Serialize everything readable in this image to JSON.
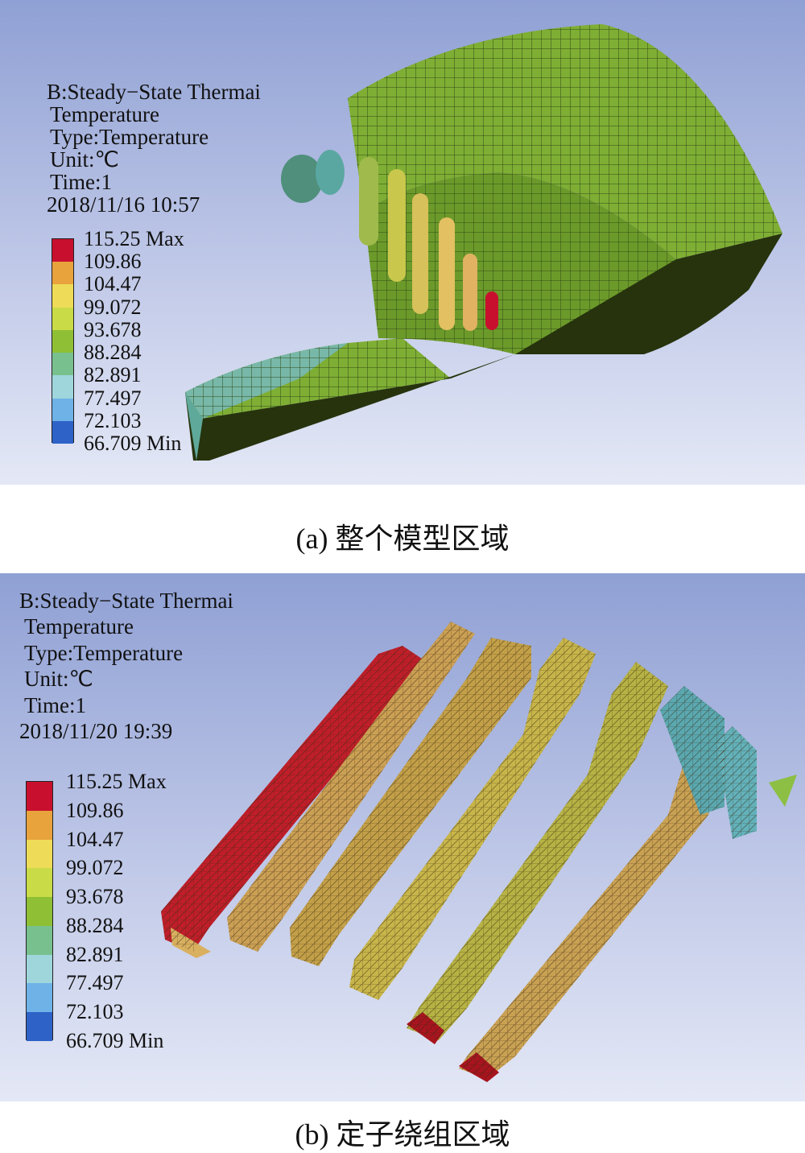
{
  "panels": [
    {
      "info": [
        "B:Steady−State Thermai",
        "Temperature",
        "Type:Temperature",
        "Unit:℃",
        "Time:1",
        "2018/11/16 10:57"
      ],
      "caption": "(a) 整个模型区域"
    },
    {
      "info": [
        "B:Steady−State Thermai",
        "Temperature",
        "Type:Temperature",
        "Unit:℃",
        "Time:1",
        "2018/11/20 19:39"
      ],
      "caption": "(b) 定子绕组区域"
    }
  ],
  "legend": {
    "labels": [
      "115.25 Max",
      "109.86",
      "104.47",
      "99.072",
      "93.678",
      "88.284",
      "82.891",
      "77.497",
      "72.103",
      "66.709 Min"
    ],
    "colors": [
      "#c8102e",
      "#e8a33d",
      "#eedc58",
      "#c9dc47",
      "#8fbf34",
      "#78c08e",
      "#9fd6dc",
      "#6fb2e8",
      "#2e62c7"
    ],
    "unit": "℃"
  }
}
